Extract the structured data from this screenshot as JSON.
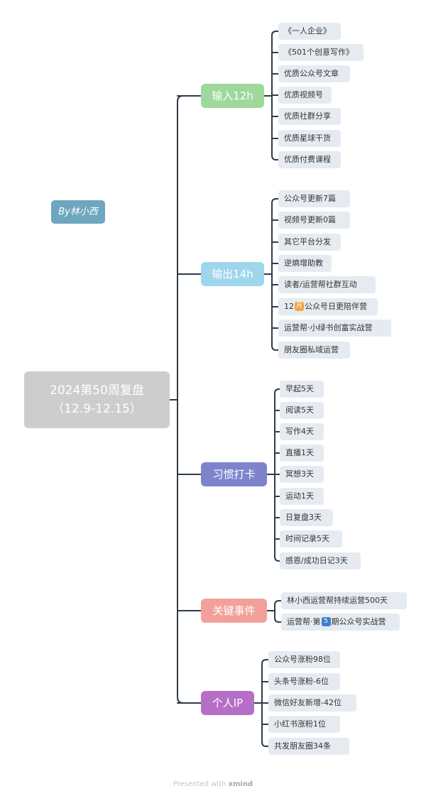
{
  "root": {
    "title_line1": "2024第50周复盘",
    "title_line2": "（12.9-12.15）"
  },
  "byline": "By林小西",
  "colors": {
    "line": "#2f3b48",
    "leaf_bg": "#e6ebf2",
    "root_bg": "#cdcdcd"
  },
  "branches": [
    {
      "label": "输入12h",
      "color": "#9ed89b",
      "items": [
        {
          "text": "《一人企业》"
        },
        {
          "text": "《501个创意写作》"
        },
        {
          "text": "优质公众号文章"
        },
        {
          "text": "优质视频号"
        },
        {
          "text": "优质社群分享"
        },
        {
          "text": "优质星球干货"
        },
        {
          "text": "优质付费课程"
        }
      ]
    },
    {
      "label": "输出14h",
      "color": "#9fd6ee",
      "items": [
        {
          "text": "公众号更新7篇"
        },
        {
          "text": "视频号更新0篇"
        },
        {
          "text": "其它平台分发"
        },
        {
          "text": "逆熵增助教"
        },
        {
          "text": "读者/运营帮社群互动"
        },
        {
          "text": "公众号日更陪伴营",
          "pre": "12",
          "badge": "月",
          "badge_color": "#f0a43c"
        },
        {
          "text": "运营帮·小绿书创富实战营"
        },
        {
          "text": "朋友圈私域运营"
        }
      ]
    },
    {
      "label": "习惯打卡",
      "color": "#7d84cc",
      "items": [
        {
          "text": "早起5天"
        },
        {
          "text": "阅读5天"
        },
        {
          "text": "写作4天"
        },
        {
          "text": "直播1天"
        },
        {
          "text": "冥想3天"
        },
        {
          "text": "运动1天"
        },
        {
          "text": "日复盘3天"
        },
        {
          "text": "时间记录5天"
        },
        {
          "text": "感恩/成功日记3天"
        }
      ]
    },
    {
      "label": "关键事件",
      "color": "#f2a09a",
      "items": [
        {
          "text": "林小西运营帮持续运营500天"
        },
        {
          "text": "期公众号实战营",
          "pre": "运营帮·第",
          "badge": "5",
          "badge_color": "#3d7fcf"
        }
      ]
    },
    {
      "label": "个人IP",
      "color": "#b56fc6",
      "items": [
        {
          "text": "公众号涨粉98位"
        },
        {
          "text": "头条号涨粉-6位"
        },
        {
          "text": "微信好友新增-42位"
        },
        {
          "text": "小红书涨粉1位"
        },
        {
          "text": "共发朋友圈34条"
        }
      ]
    }
  ],
  "footer": {
    "prefix": "Presented with",
    "brand": "xmind"
  }
}
